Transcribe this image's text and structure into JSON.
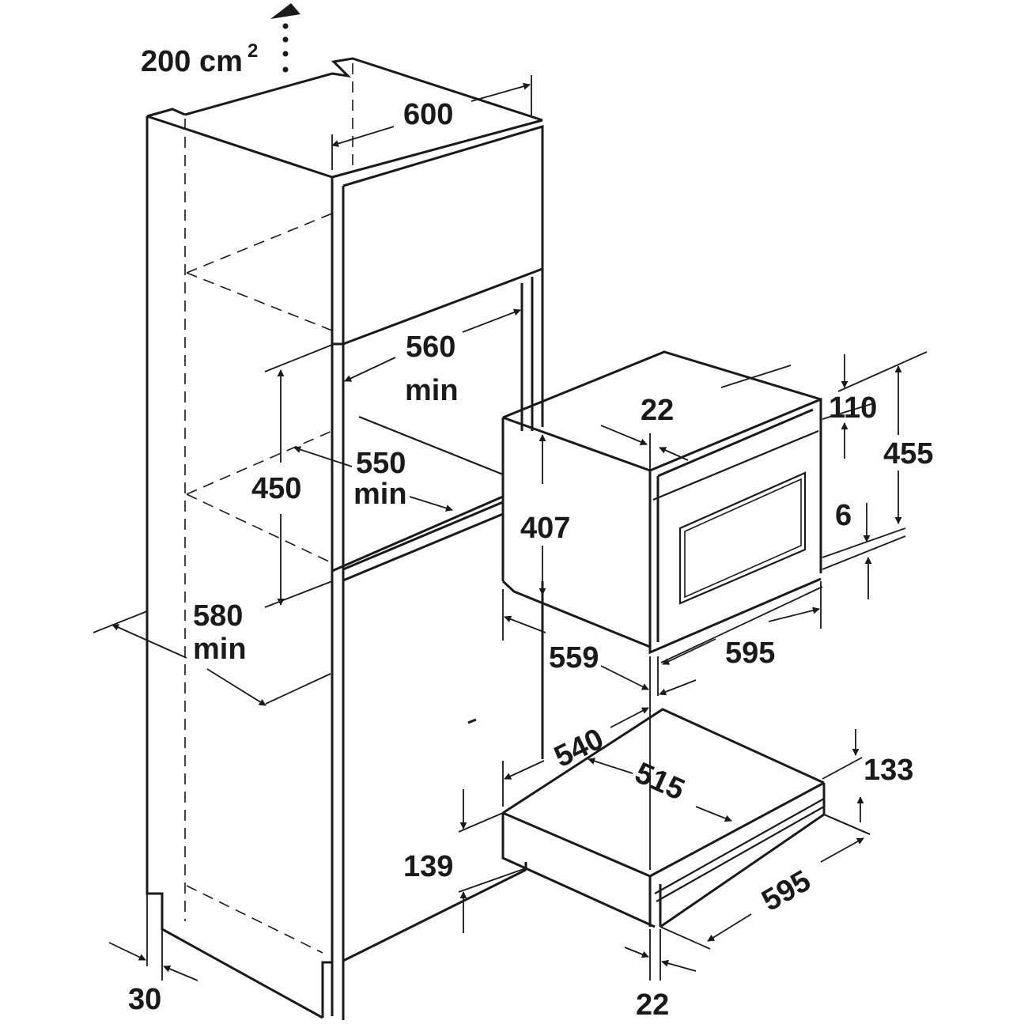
{
  "labels": {
    "ventilation": "200 cm",
    "ventilation_exp": "2",
    "cabinet_width": "600",
    "niche_width": "560",
    "niche_width_min": "min",
    "niche_height": "450",
    "niche_depth": "550",
    "niche_depth_min": "min",
    "cabinet_depth": "580",
    "cabinet_depth_min": "min",
    "plinth_gap": "30",
    "oven_height": "407",
    "oven_frame": "22",
    "top_gap": "110",
    "total_height": "455",
    "bottom_gap": "6",
    "oven_depth": "559",
    "oven_width": "595",
    "drawer_depth": "540",
    "drawer_inner": "515",
    "drawer_height": "133",
    "drawer_niche": "139",
    "drawer_width": "595",
    "drawer_frame": "22"
  }
}
